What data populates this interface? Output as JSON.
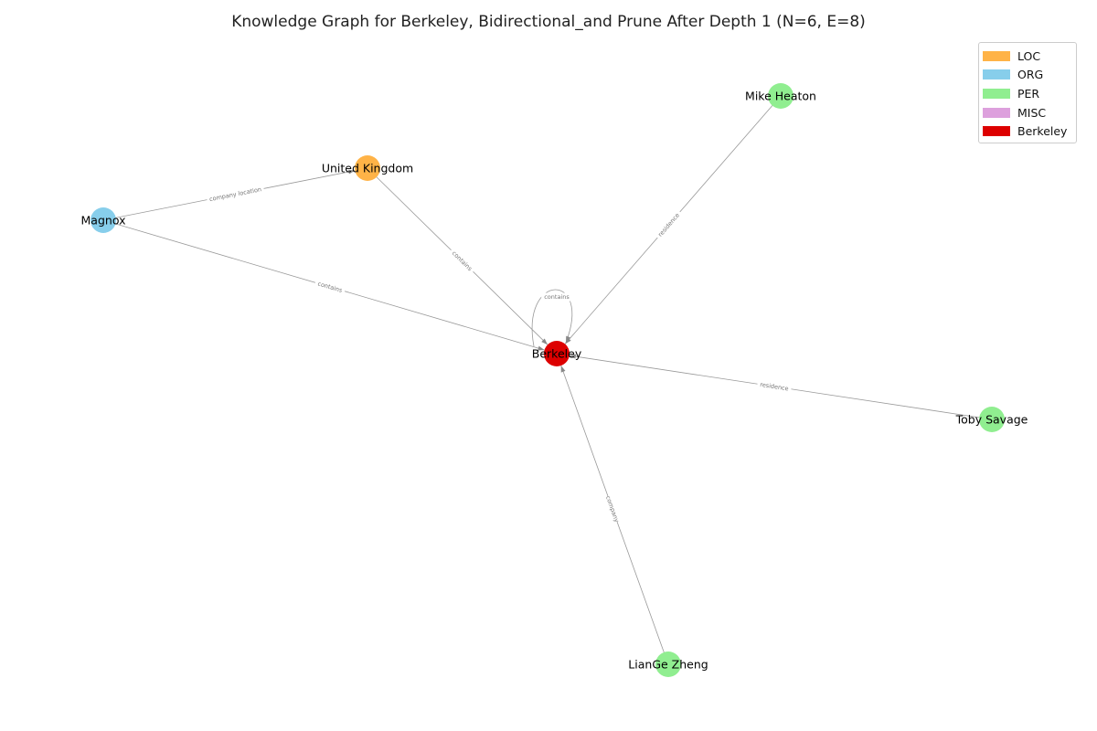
{
  "title": "Knowledge Graph for Berkeley, Bidirectional_and Prune After Depth 1 (N=6, E=8)",
  "legend": [
    {
      "label": "LOC",
      "color": "#FFB347"
    },
    {
      "label": "ORG",
      "color": "#87CEEB"
    },
    {
      "label": "PER",
      "color": "#90EE90"
    },
    {
      "label": "MISC",
      "color": "#DDA0DD"
    },
    {
      "label": "Berkeley",
      "color": "#DD0000"
    }
  ],
  "nodes": [
    {
      "id": "berkeley",
      "label": "Berkeley",
      "type": "Berkeley"
    },
    {
      "id": "uk",
      "label": "United Kingdom",
      "type": "LOC"
    },
    {
      "id": "magnox",
      "label": "Magnox",
      "type": "ORG"
    },
    {
      "id": "heaton",
      "label": "Mike Heaton",
      "type": "PER"
    },
    {
      "id": "savage",
      "label": "Toby Savage",
      "type": "PER"
    },
    {
      "id": "zheng",
      "label": "LianGe Zheng",
      "type": "PER"
    }
  ],
  "edges": [
    {
      "source": "magnox",
      "target": "uk",
      "label": "company location"
    },
    {
      "source": "uk",
      "target": "berkeley",
      "label": "contains"
    },
    {
      "source": "magnox",
      "target": "berkeley",
      "label": "contains"
    },
    {
      "source": "berkeley",
      "target": "berkeley",
      "label": "contains"
    },
    {
      "source": "heaton",
      "target": "berkeley",
      "label": "residence"
    },
    {
      "source": "savage",
      "target": "berkeley",
      "label": "residence"
    },
    {
      "source": "zheng",
      "target": "berkeley",
      "label": "company"
    }
  ]
}
